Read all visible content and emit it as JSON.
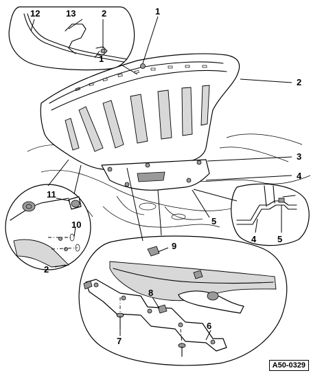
{
  "diagram": {
    "reference_code": "A50-0329",
    "callouts": {
      "c1a": "1",
      "c1b": "1",
      "c2a": "2",
      "c2b": "2",
      "c2c": "2",
      "c3": "3",
      "c4a": "4",
      "c4b": "4",
      "c5a": "5",
      "c5b": "5",
      "c6": "6",
      "c7": "7",
      "c8": "8",
      "c9": "9",
      "c10": "10",
      "c11": "11",
      "c12": "12",
      "c13": "13"
    }
  }
}
